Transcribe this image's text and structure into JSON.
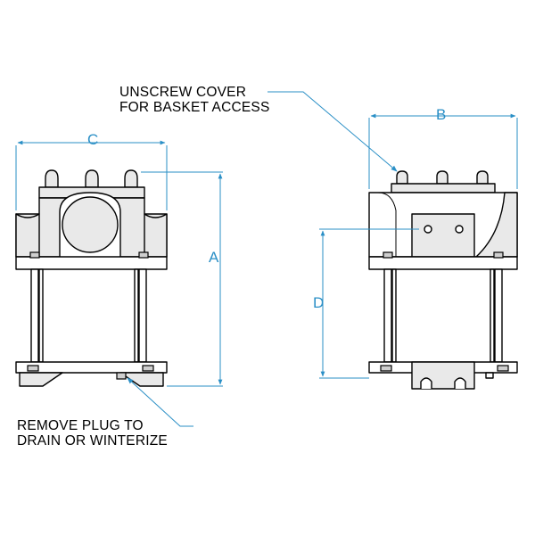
{
  "notes": {
    "top_line1": "UNSCREW COVER",
    "top_line2": "FOR BASKET ACCESS",
    "bottom_line1": "REMOVE PLUG TO",
    "bottom_line2": "DRAIN OR WINTERIZE"
  },
  "dimensions": {
    "a": "A",
    "b": "B",
    "c": "C",
    "d": "D"
  },
  "colors": {
    "dimension": "#2a8fc6",
    "line": "#000000",
    "shade": "#e9e9e9"
  }
}
